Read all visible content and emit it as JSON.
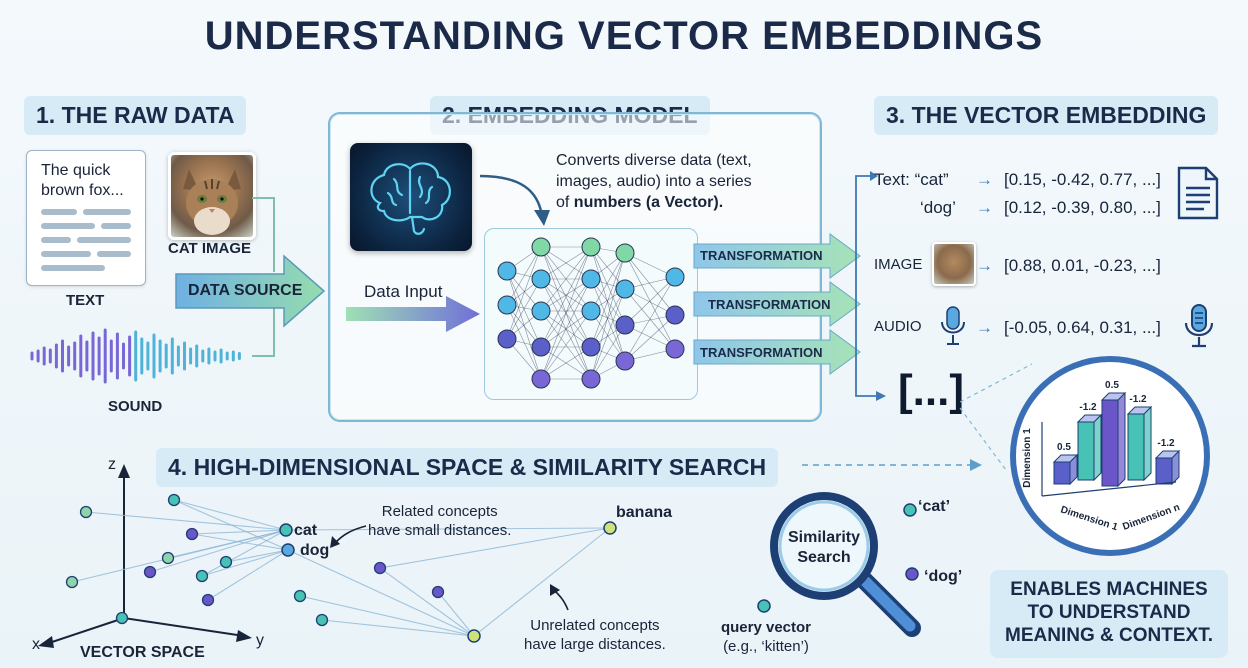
{
  "title": "UNDERSTANDING VECTOR EMBEDDINGS",
  "sections": {
    "raw_data": "1. THE RAW DATA",
    "model": "2. EMBEDDING MODEL",
    "vector": "3. THE VECTOR EMBEDDING",
    "space": "4. HIGH-DIMENSIONAL SPACE & SIMILARITY SEARCH"
  },
  "raw": {
    "doc_line1": "The quick",
    "doc_line2": "brown fox...",
    "text_label": "TEXT",
    "cat_label": "CAT IMAGE",
    "sound_label": "SOUND",
    "data_source": "DATA SOURCE"
  },
  "model": {
    "desc_line1": "Converts diverse data (text,",
    "desc_line2": "images, audio) into a series",
    "desc_line3_pre": "of ",
    "desc_line3_bold": "numbers (a Vector).",
    "data_input": "Data Input",
    "transform": [
      "TRANSFORMATION",
      "TRANSFORMATION",
      "TRANSFORMATION"
    ]
  },
  "vectors": {
    "text_label": "Text: “cat”",
    "text_vec": "[0.15, -0.42, 0.77, ...]",
    "dog_label": "‘dog’",
    "dog_vec": "[0.12, -0.39, 0.80, ...]",
    "image_label": "IMAGE",
    "image_vec": "[0.88, 0.01, -0.23, ...]",
    "audio_label": "AUDIO",
    "audio_vec": "[-0.05, 0.64, 0.31, ...]",
    "ellipsis": "[...]",
    "arrow": "→"
  },
  "chart_data": {
    "type": "bar",
    "xlabel": "Dimension 1",
    "ylabel": "Dimension 1",
    "zlabel": "Dimension n",
    "values": [
      0.5,
      -1.2,
      0.5,
      -1.2,
      -1.2
    ],
    "labels": [
      "0.5",
      "-1.2",
      "0.5",
      "-1.2",
      "-1.2"
    ]
  },
  "space": {
    "axis_z": "z",
    "axis_x": "x",
    "axis_y": "y",
    "caption": "VECTOR SPACE",
    "cat": "cat",
    "dog": "dog",
    "banana": "banana",
    "related_line1": "Related concepts",
    "related_line2": "have small distances.",
    "unrelated_line1": "Unrelated concepts",
    "unrelated_line2": "have large distances."
  },
  "search": {
    "label_line1": "Similarity",
    "label_line2": "Search",
    "cat": "‘cat’",
    "dog": "‘dog’",
    "query_line1": "query vector",
    "query_line2": "(e.g., ‘kitten’)"
  },
  "enables": {
    "line1": "ENABLES MACHINES",
    "line2": "TO UNDERSTAND",
    "line3": "MEANING & CONTEXT."
  },
  "colors": {
    "navy": "#1b2a49",
    "teal": "#3fb8a8",
    "purple": "#6a55c9",
    "label_bg": "#d7ebf6",
    "arrow_green": "#8fd3a8",
    "arrow_blue": "#6aa8de"
  }
}
